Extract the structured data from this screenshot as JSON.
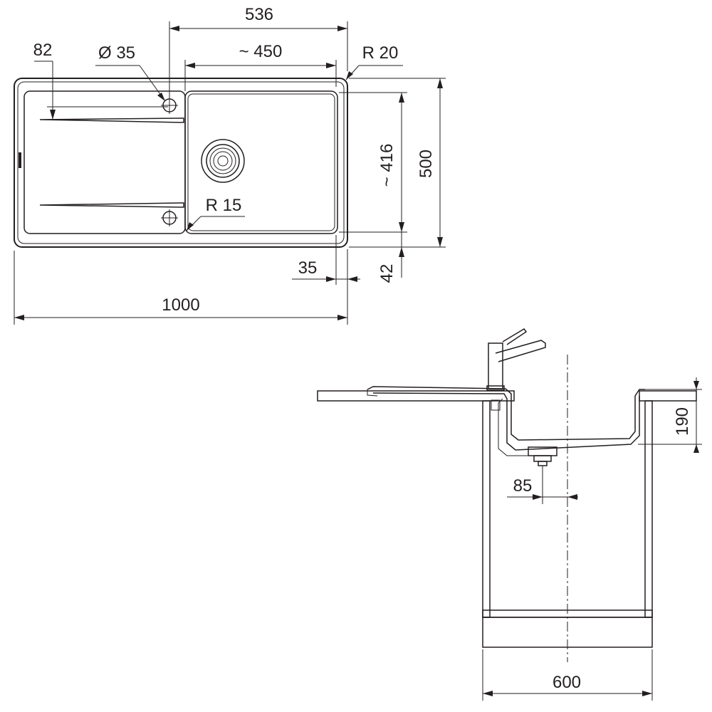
{
  "dimensions": {
    "overall_width": "1000",
    "bowl_offset_width": "536",
    "bowl_width": "~ 450",
    "drainer_offset": "82",
    "tap_hole": "Ø 35",
    "corner_radius_outer": "R 20",
    "corner_radius_inner": "R 15",
    "bowl_depth": "~ 416",
    "overall_depth": "500",
    "back_margin": "42",
    "side_margin": "35",
    "installation_depth": "190",
    "waste_offset": "85",
    "cabinet_width": "600"
  }
}
